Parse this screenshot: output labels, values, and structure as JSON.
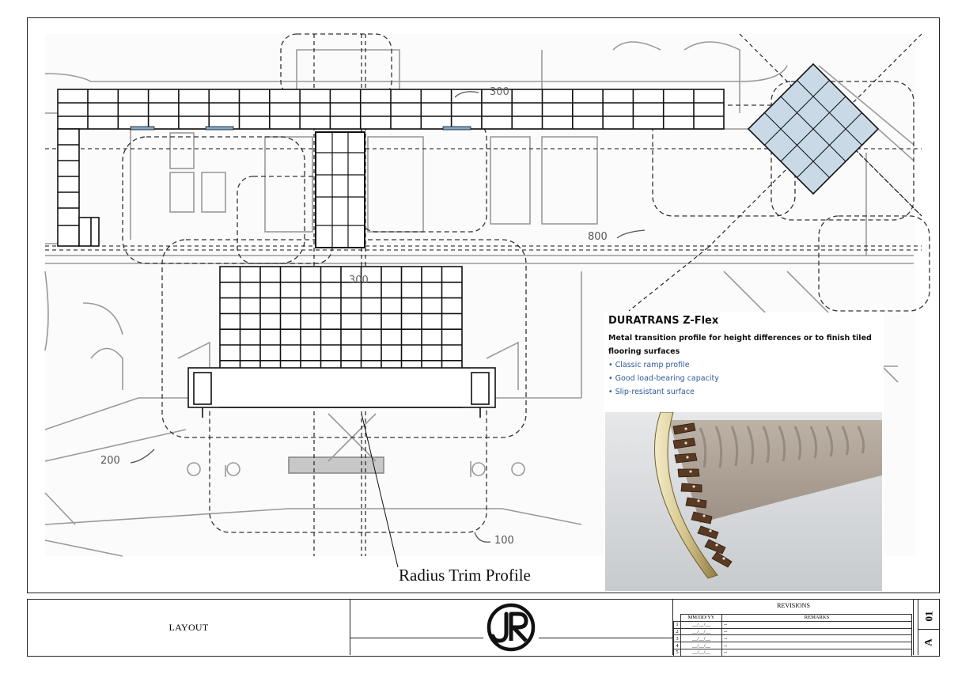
{
  "drawing": {
    "zone_labels": {
      "top": "300",
      "center": "300",
      "right": "800",
      "left": "200",
      "bottom": "100"
    },
    "callout_label": "Radius Trim Profile"
  },
  "product": {
    "title": "DURATRANS Z-Flex",
    "description": "Metal transition profile for height differences or to finish tiled flooring surfaces",
    "features": [
      "• Classic ramp profile",
      "• Good load-bearing capacity",
      "• Slip-resistant surface"
    ]
  },
  "title_block": {
    "layout_label": "LAYOUT",
    "logo_text": "JR",
    "revisions": {
      "title": "REVISIONS",
      "date_header": "MM/DD/YY",
      "remarks_header": "REMARKS",
      "rows": [
        {
          "no": "1",
          "date": "__/__/__",
          "remark": "--"
        },
        {
          "no": "2",
          "date": "__/__/__",
          "remark": "--"
        },
        {
          "no": "3",
          "date": "__/__/__",
          "remark": "--"
        },
        {
          "no": "4",
          "date": "__/__/__",
          "remark": "--"
        },
        {
          "no": "5",
          "date": "__/__/__",
          "remark": "--"
        }
      ]
    },
    "sheet_number": "01",
    "sheet_letter": "A"
  },
  "colors": {
    "line": "#111111",
    "plan_line": "#8a8a8a",
    "tile_fill_blue": "#c9dae6",
    "feature_text": "#2d5a9a"
  }
}
